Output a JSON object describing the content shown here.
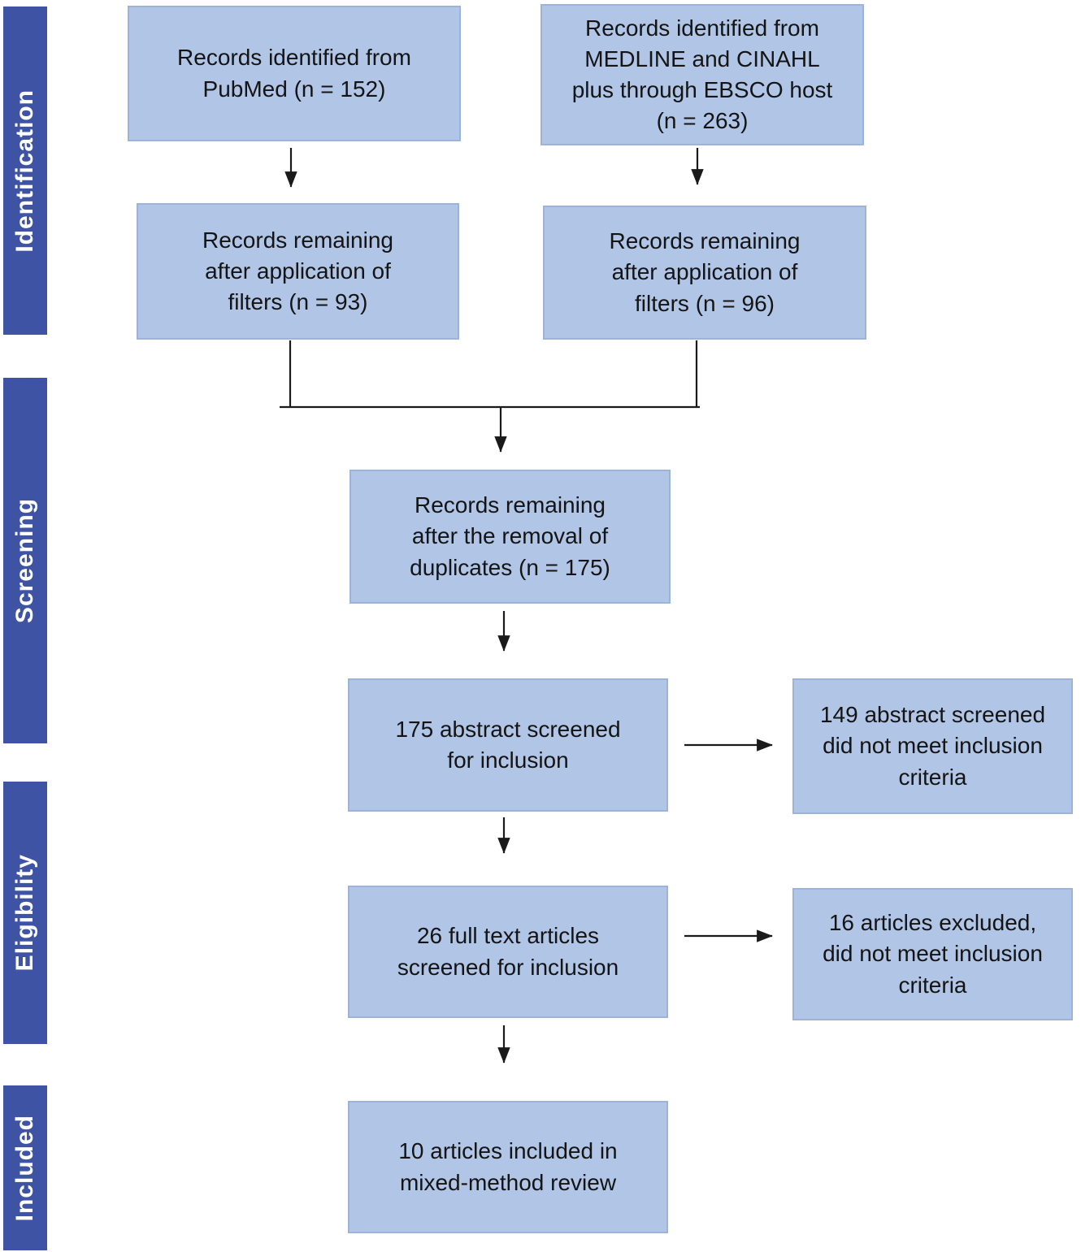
{
  "palette": {
    "box_fill": "#b1c5e6",
    "box_border": "#9db3d8",
    "box_text": "#141414",
    "stage_fill": "#3e53a3",
    "stage_text": "#ffffff",
    "line": "#1a1a1a"
  },
  "stages": [
    {
      "label": "Identification"
    },
    {
      "label": "Screening"
    },
    {
      "label": "Eligibility"
    },
    {
      "label": "Included"
    }
  ],
  "boxes": {
    "pubmed": {
      "text": "Records identified from\nPubMed (n = 152)"
    },
    "ebsco": {
      "text": "Records identified from\nMEDLINE and CINAHL\nplus through EBSCO host\n(n = 263)"
    },
    "pubmed_filtered": {
      "text": "Records remaining\nafter application of\nfilters (n = 93)"
    },
    "ebsco_filtered": {
      "text": "Records remaining\nafter application of\nfilters (n = 96)"
    },
    "deduplicated": {
      "text": "Records remaining\nafter the removal of\nduplicates (n = 175)"
    },
    "abstracts_screened": {
      "text": "175 abstract screened\nfor inclusion"
    },
    "abstracts_excluded": {
      "text": "149 abstract screened\ndid not meet inclusion\ncriteria"
    },
    "fulltext_screened": {
      "text": "26 full text articles\nscreened for inclusion"
    },
    "fulltext_excluded": {
      "text": "16 articles excluded,\ndid not meet inclusion\ncriteria"
    },
    "included_articles": {
      "text": "10 articles included in\nmixed-method review"
    }
  }
}
